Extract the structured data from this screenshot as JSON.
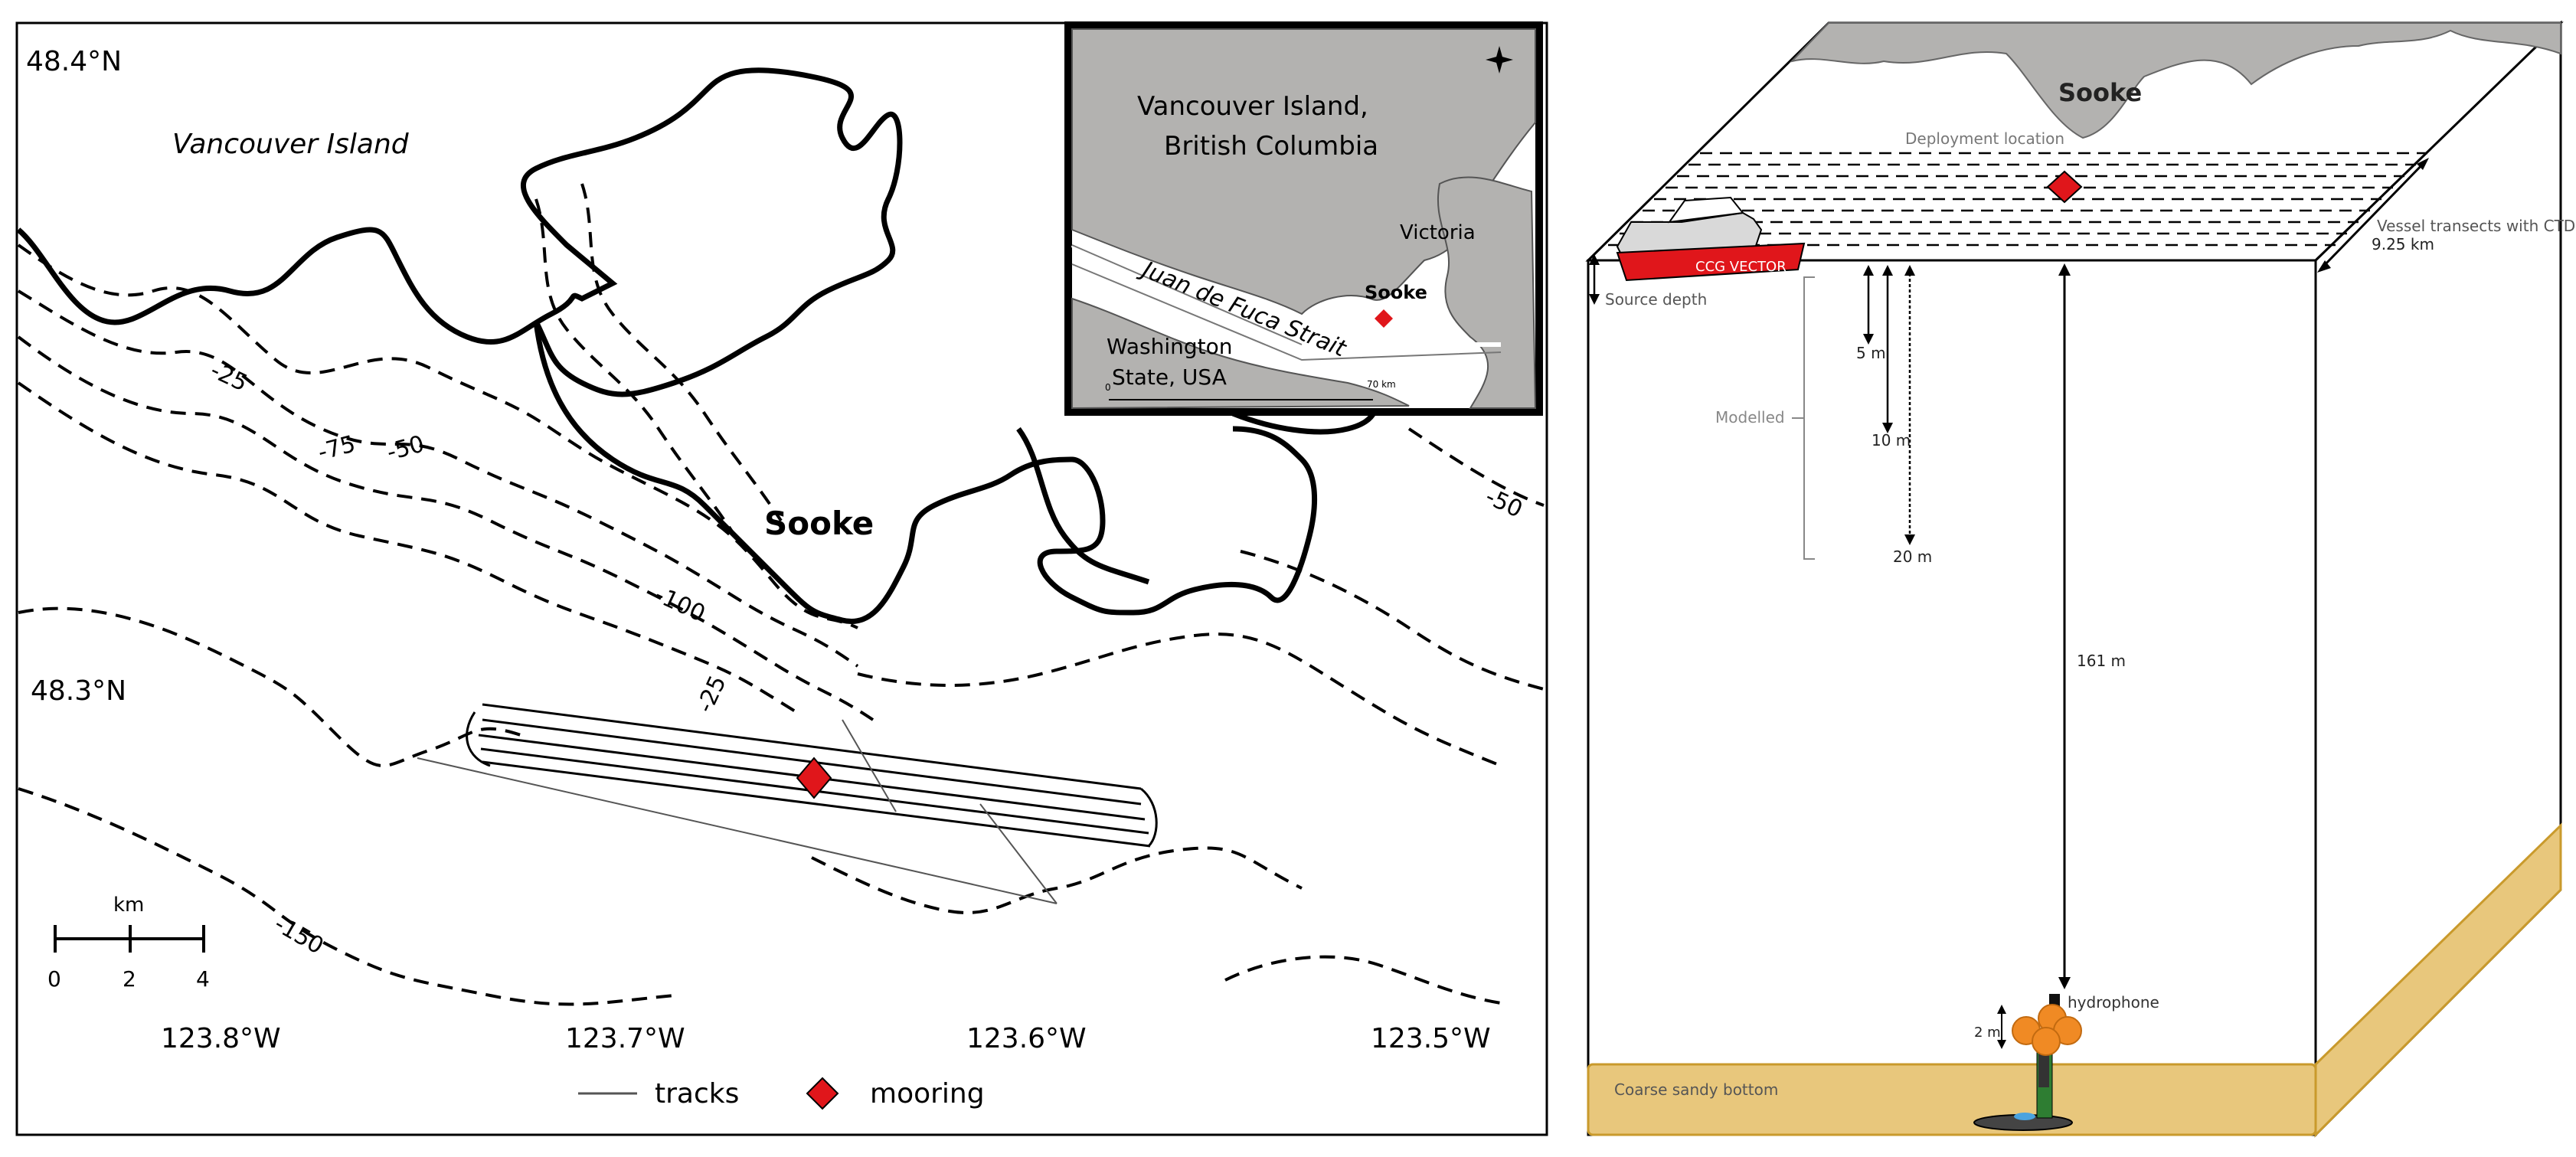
{
  "left_map": {
    "lat_labels": [
      "48.4°N",
      "48.3°N"
    ],
    "lon_labels": [
      "123.8°W",
      "123.7°W",
      "123.6°W",
      "123.5°W"
    ],
    "place_labels": {
      "island": "Vancouver Island",
      "town": "Sooke"
    },
    "contour_labels": [
      "-25",
      "-75",
      "-50",
      "-100",
      "-25",
      "-50",
      "-150"
    ],
    "scalebar": {
      "unit": "km",
      "ticks": [
        "0",
        "2",
        "4"
      ]
    },
    "legend": {
      "tracks": "tracks",
      "mooring": "mooring"
    },
    "inset": {
      "region": "Vancouver Island,\nBritish Columbia",
      "region_line1": "Vancouver Island,",
      "region_line2": "British Columbia",
      "victoria": "Victoria",
      "sooke": "Sooke",
      "strait": "Juan de Fuca Strait",
      "washington_line1": "Washington",
      "washington_line2": "State, USA",
      "scale_start": "0",
      "scale_end": "70 km"
    }
  },
  "right_diagram": {
    "town": "Sooke",
    "deployment": "Deployment location",
    "vessel_name": "CCG VECTOR",
    "transects": "Vessel transects with CTD",
    "transect_length": "9.25 km",
    "source_depth": "Source depth",
    "modelled": "Modelled",
    "depths": [
      "5 m",
      "10 m",
      "20 m"
    ],
    "water_depth": "161 m",
    "hydrophone": "hydrophone",
    "hydrophone_height": "2 m",
    "bottom": "Coarse sandy bottom"
  },
  "colors": {
    "land": "#b3b2b0",
    "mooring": "#e0161b",
    "vessel": "#e0161b",
    "sand": "#e8c77c",
    "float": "#f08a24"
  }
}
